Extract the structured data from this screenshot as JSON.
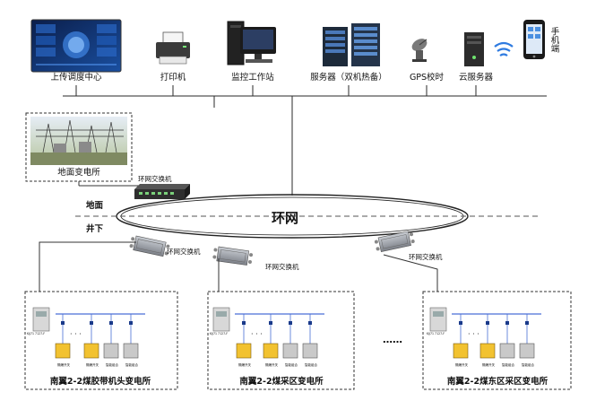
{
  "top_devices": [
    {
      "label": "上传调度中心"
    },
    {
      "label": "打印机"
    },
    {
      "label": "监控工作站"
    },
    {
      "label": "服务器（双机热备）"
    },
    {
      "label": "GPS校时"
    },
    {
      "label": "云服务器"
    },
    {
      "label": "手机端"
    }
  ],
  "surface_substation": {
    "label": "地面变电所"
  },
  "surface_switch": {
    "label": "环网交换机"
  },
  "ring": {
    "label": "环网"
  },
  "zones": {
    "ground": "地面",
    "underground": "井下"
  },
  "underground_switches": [
    {
      "label": "环网交换机"
    },
    {
      "label": "环网交换机"
    },
    {
      "label": "环网交换机"
    }
  ],
  "substations": [
    {
      "label": "南翼2-2煤胶带机头变电所"
    },
    {
      "label": "南翼2-2煤采区变电所"
    },
    {
      "label": "南翼2-2煤东区采区变电所"
    }
  ],
  "ellipsis": "……",
  "dots": "· · ·",
  "colors": {
    "line": "#2a2a2a",
    "bus": "#4a6fd6",
    "yellow": "#f2c230",
    "gray_device": "#c9c9c9",
    "dash": "#555555"
  }
}
